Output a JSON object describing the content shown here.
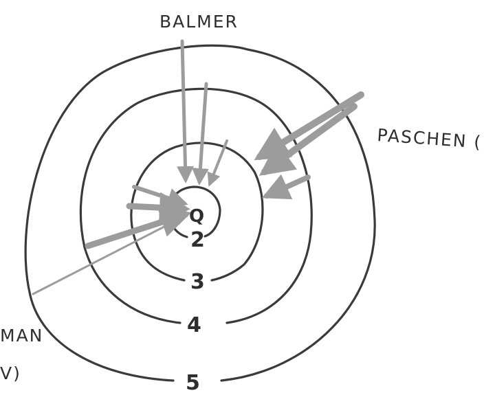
{
  "diagram": {
    "series_labels": {
      "balmer": "BALMER",
      "paschen": "PASCHEN (",
      "lyman_line1": "MAN",
      "lyman_line2": "V)"
    },
    "shell_labels": [
      "2",
      "3",
      "4",
      "5"
    ],
    "nucleus_label": "Q",
    "colors": {
      "ink": "#3a3a3a",
      "arrow": "#9c9c9c"
    }
  }
}
